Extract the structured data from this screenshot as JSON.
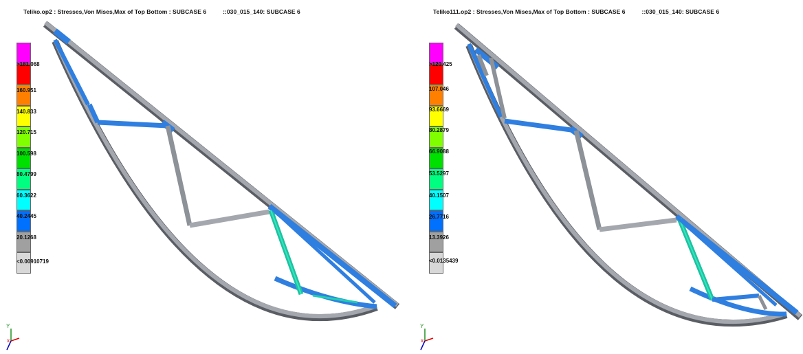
{
  "colors": {
    "legend_bands": [
      "#ff00ff",
      "#ff0000",
      "#ff7f00",
      "#ffff00",
      "#7fff00",
      "#00e000",
      "#00ff80",
      "#00ffff",
      "#0070ff",
      "#a0a0a0",
      "#d8d8d8"
    ],
    "beam_unstressed": "#9a9ea4",
    "beam_low": "#2f7fe0",
    "beam_mid": "#20d0b0",
    "triad_y": "#209020",
    "triad_x": "#e00000",
    "triad_z": "#0000c0"
  },
  "panels": [
    {
      "title": "Teliko.op2 : Stresses,Von Mises,Max of Top Bottom  : SUBCASE 6",
      "subset": "::030_015_140: SUBCASE 6",
      "legend_labels": [
        ">181.068",
        "160.951",
        "140.833",
        "120.715",
        "100.598",
        "80.4799",
        "60.3622",
        "40.2445",
        "20.1268",
        "<0.00910719"
      ]
    },
    {
      "title": "Teliko111.op2 : Stresses,Von Mises,Max of Top Bottom  : SUBCASE 6",
      "subset": "::030_015_140: SUBCASE 6",
      "legend_labels": [
        ">120.425",
        "107.046",
        "93.6669",
        "80.2879",
        "66.9088",
        "53.5297",
        "40.1507",
        "26.7716",
        "13.3926",
        "<0.0135439"
      ]
    }
  ],
  "triad": {
    "y_label": "Y",
    "x_label": "x"
  }
}
